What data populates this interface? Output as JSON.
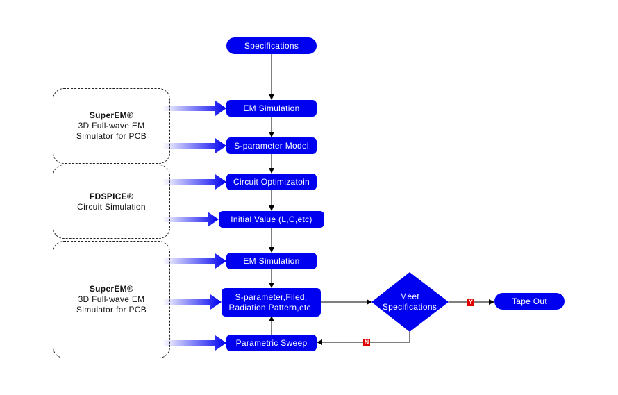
{
  "nodes": {
    "specifications": "Specifications",
    "em_simulation_1": "EM Simulation",
    "s_parameter_model": "S-parameter Model",
    "circuit_optimization": "Circuit Optimizatoin",
    "initial_value": "Initial Value (L,C,etc)",
    "em_simulation_2": "EM Simulation",
    "s_parameter_results_line1": "S-parameter,Filed,",
    "s_parameter_results_line2": "Radiation Pattern,etc.",
    "parametric_sweep": "Parametric Sweep",
    "meet_specs_line1": "Meet",
    "meet_specs_line2": "Specifications",
    "tape_out": "Tape Out"
  },
  "groups": [
    {
      "title": "SuperEM®",
      "line1": "3D Full-wave EM",
      "line2": "Simulator for PCB"
    },
    {
      "title": "FDSPICE®",
      "line1": "Circuit Simulation",
      "line2": ""
    },
    {
      "title": "SuperEM®",
      "line1": "3D Full-wave EM",
      "line2": "Simulator for PCB"
    }
  ],
  "edge_labels": {
    "yes": "Y",
    "no": "N"
  },
  "colors": {
    "node": "#0000f0",
    "label_tag": "#e00000",
    "connector": "#555555"
  }
}
